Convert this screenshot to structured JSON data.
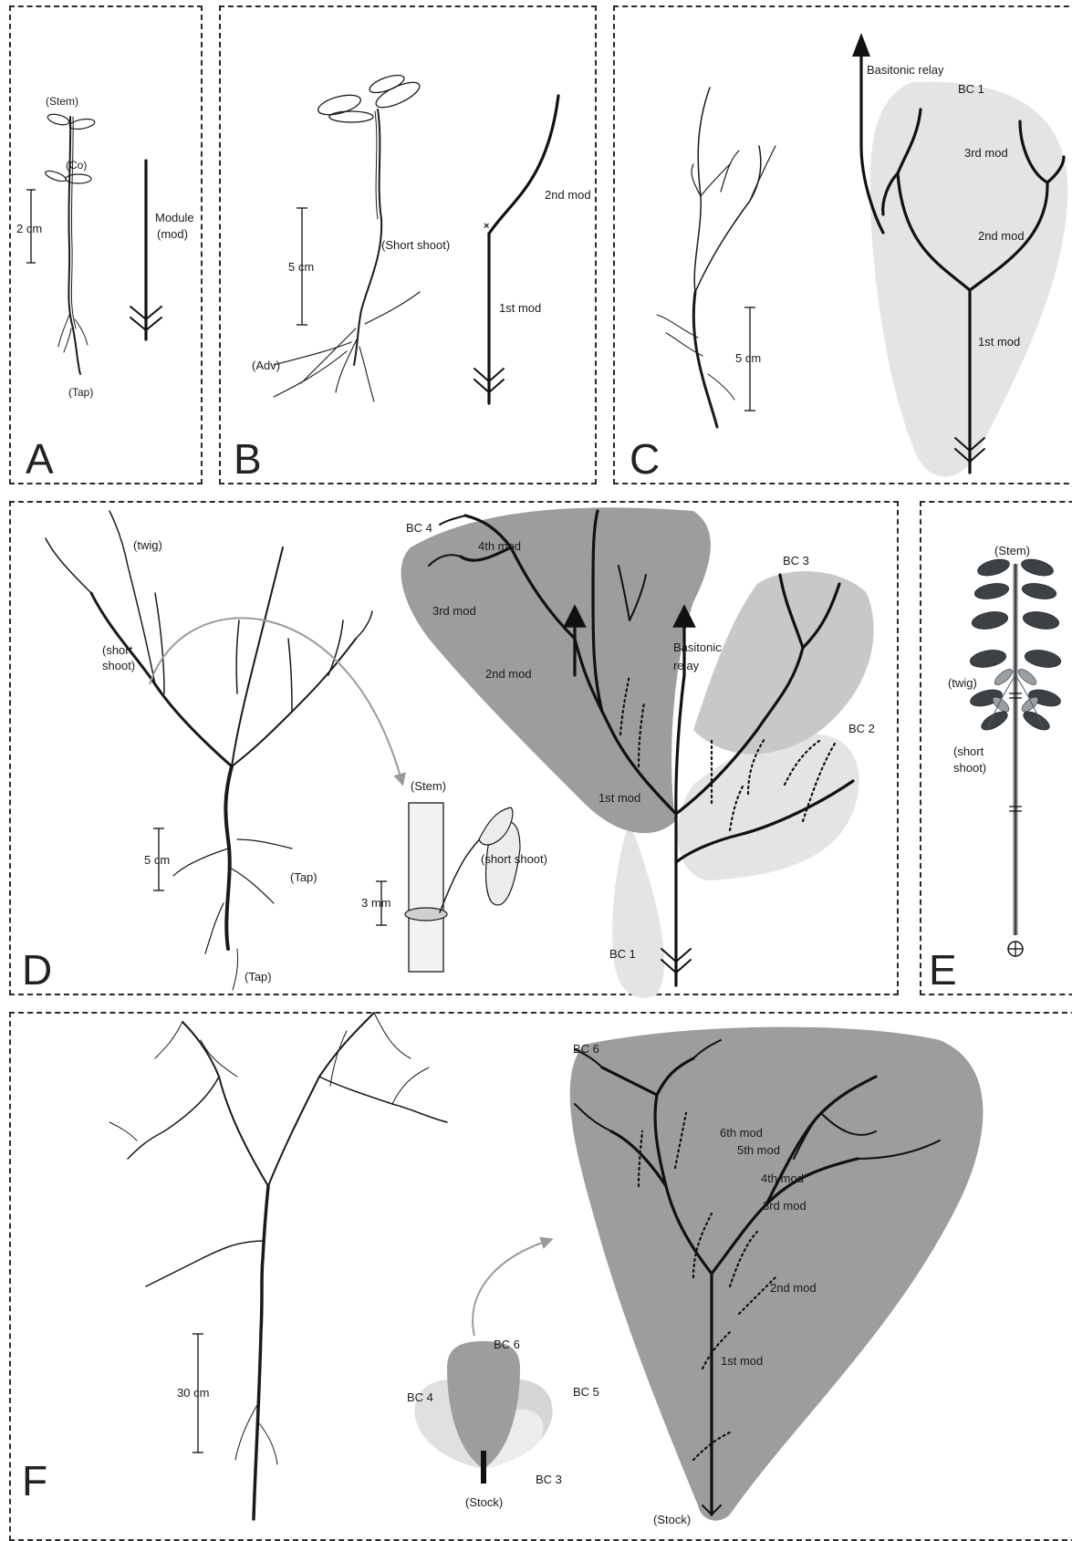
{
  "panels": {
    "a": {
      "letter": "A",
      "labels": {
        "stem": "(Stem)",
        "co": "(Co)",
        "tap": "(Tap)",
        "module": "Module",
        "mod": "(mod)"
      },
      "scale": "2 cm"
    },
    "b": {
      "letter": "B",
      "labels": {
        "short_shoot": "(Short shoot)",
        "adv": "(Adv)",
        "mod1": "1st mod",
        "mod2": "2nd mod"
      },
      "scale": "5 cm"
    },
    "c": {
      "letter": "C",
      "labels": {
        "relay": "Basitonic relay",
        "bc1": "BC 1",
        "mod1": "1st mod",
        "mod2": "2nd mod",
        "mod3": "3rd mod"
      },
      "scale": "5 cm"
    },
    "d": {
      "letter": "D",
      "labels": {
        "twig": "(twig)",
        "short_shoot_1": "(short",
        "short_shoot_2": "shoot)",
        "tap1": "(Tap)",
        "tap2": "(Tap)",
        "stem": "(Stem)",
        "short_shoot_inset": "(short shoot)",
        "bc4": "BC 4",
        "bc3": "BC 3",
        "bc2": "BC 2",
        "bc1": "BC 1",
        "mod4": "4th mod",
        "mod3": "3rd mod",
        "mod2": "2nd mod",
        "mod1": "1st mod",
        "relay_1": "Basitonic",
        "relay_2": "relay"
      },
      "scale_main": "5 cm",
      "scale_inset": "3 mm"
    },
    "e": {
      "letter": "E",
      "labels": {
        "stem": "(Stem)",
        "twig": "(twig)",
        "short_1": "(short",
        "short_2": "shoot)"
      }
    },
    "f": {
      "letter": "F",
      "labels": {
        "bc6_big": "BC 6",
        "bc6": "BC 6",
        "bc5": "BC 5",
        "bc4": "BC 4",
        "bc3": "BC 3",
        "stock_small": "(Stock)",
        "stock_big": "(Stock)",
        "mod1": "1st mod",
        "mod2": "2nd mod",
        "mod3": "3rd mod",
        "mod4": "4th mod",
        "mod5": "5th mod",
        "mod6": "6th mod"
      },
      "scale": "30 cm"
    }
  },
  "colors": {
    "ink": "#1a1a1a",
    "shade_light": "#e4e4e4",
    "shade_mid": "#c8c8c8",
    "shade_dark": "#9d9d9d",
    "leaf_dark": "#3c4146",
    "arrow_grey": "#9a9a9a"
  }
}
